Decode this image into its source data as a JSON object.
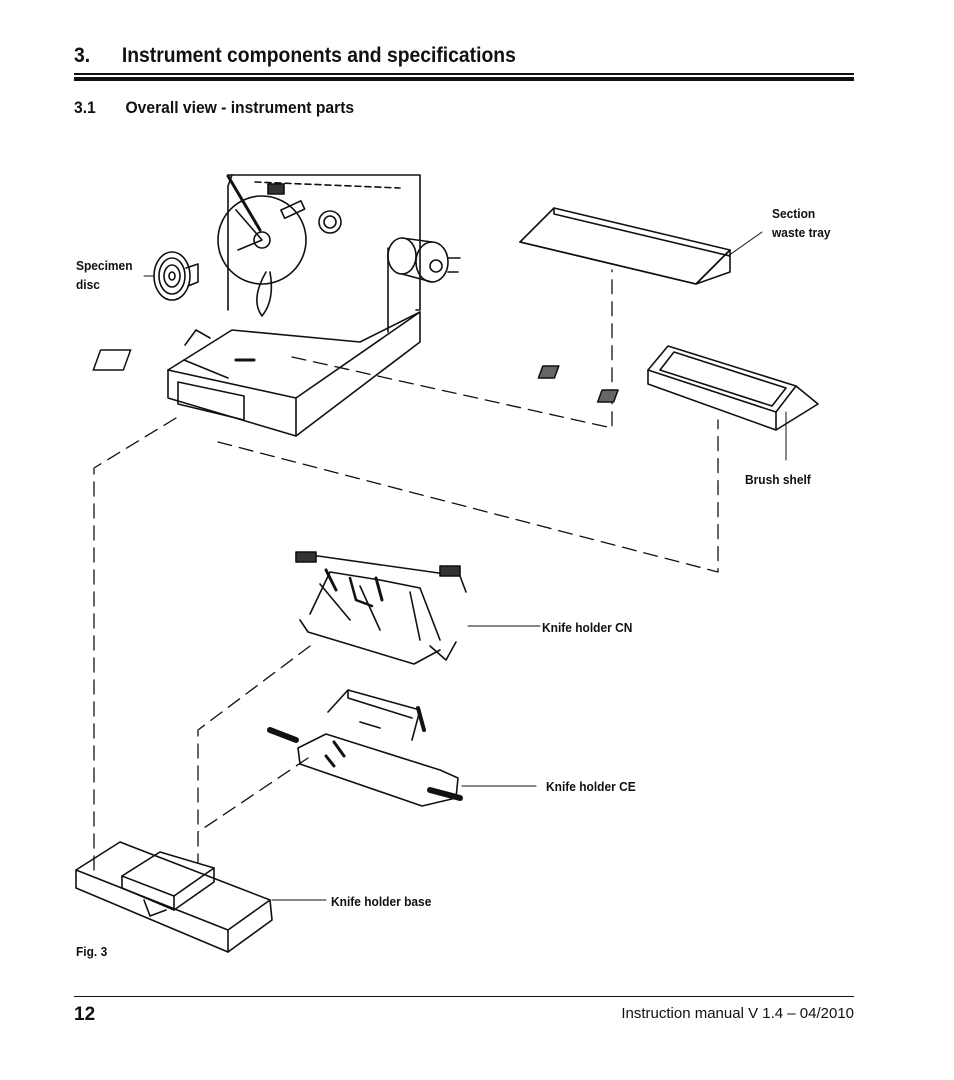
{
  "heading": {
    "number": "3.",
    "title": "Instrument components and specifications"
  },
  "subheading": {
    "number": "3.1",
    "title": "Overall view - instrument parts"
  },
  "labels": {
    "section_waste_tray_line1": "Section",
    "section_waste_tray_line2": "waste tray",
    "specimen_disc_line1": "Specimen",
    "specimen_disc_line2": "disc",
    "brush_shelf": "Brush shelf",
    "knife_holder_cn": "Knife holder CN",
    "knife_holder_ce": "Knife holder CE",
    "knife_holder_base": "Knife holder base"
  },
  "figure_caption": "Fig. 3",
  "footer": {
    "page_number": "12",
    "manual": "Instruction manual V 1.4 – 04/2010"
  }
}
